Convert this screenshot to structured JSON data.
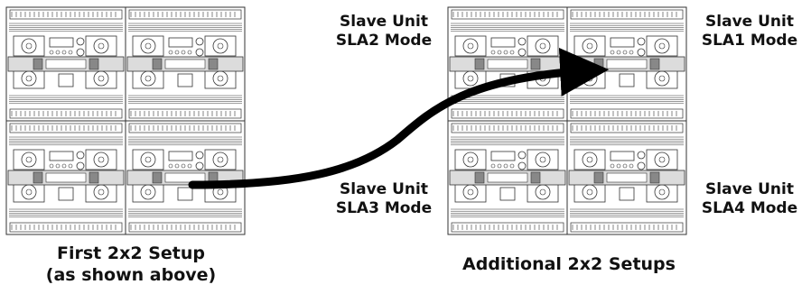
{
  "labels": {
    "first_setup_line1": "First 2x2 Setup",
    "first_setup_line2": "(as shown above)",
    "additional_setups": "Additional 2x2 Setups",
    "sla2": {
      "line1": "Slave Unit",
      "line2": "SLA2 Mode"
    },
    "sla1": {
      "line1": "Slave Unit",
      "line2": "SLA1 Mode"
    },
    "sla3": {
      "line1": "Slave Unit",
      "line2": "SLA3 Mode"
    },
    "sla4": {
      "line1": "Slave Unit",
      "line2": "SLA4 Mode"
    }
  },
  "panel_grid": {
    "rows": 2,
    "cols": 2
  },
  "icons": {
    "unit": "led-panel-rear-icon",
    "connection_arrow": "curved-arrow-icon"
  },
  "colors": {
    "panel_stroke": "#333333",
    "panel_fill": "#ffffff",
    "arrow": "#000000",
    "text": "#111111"
  }
}
